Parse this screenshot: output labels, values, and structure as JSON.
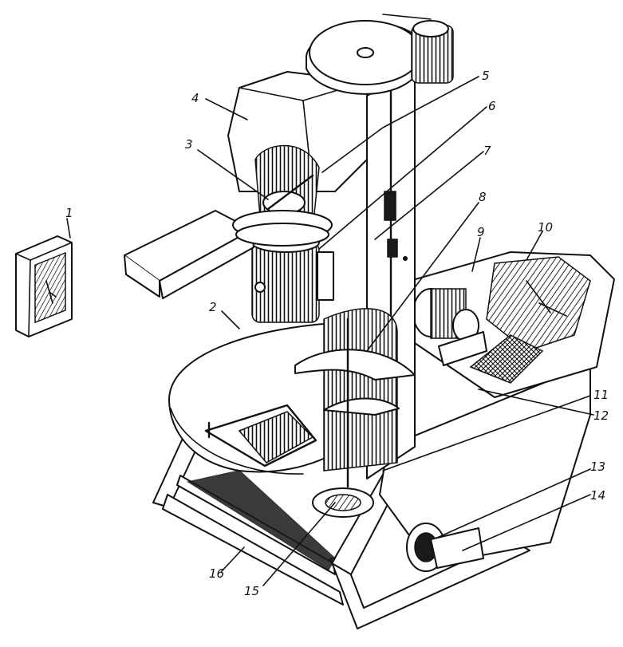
{
  "figure": {
    "labels": [
      "1",
      "2",
      "3",
      "4",
      "5",
      "6",
      "7",
      "8",
      "9",
      "10",
      "11",
      "12",
      "13",
      "14",
      "15",
      "16"
    ]
  },
  "colors": {
    "ink": "#111111",
    "paper": "#ffffff"
  }
}
